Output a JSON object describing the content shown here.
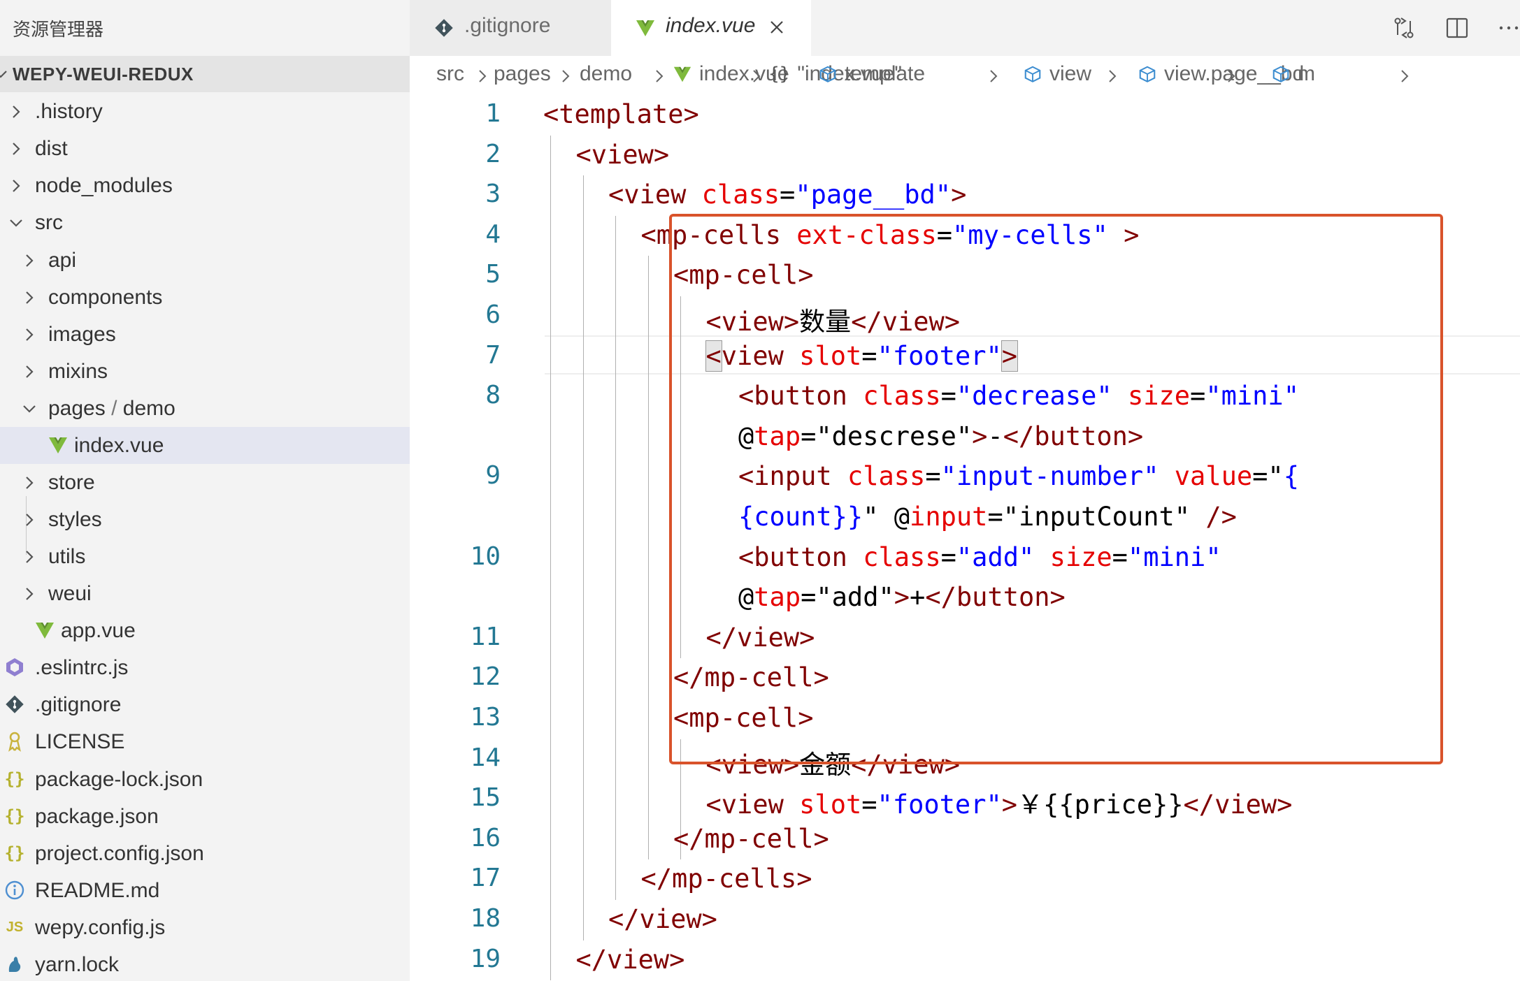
{
  "sidebar": {
    "title": "资源管理器",
    "project": "WEPY-WEUI-REDUX",
    "items": [
      {
        "label": ".history",
        "kind": "folder",
        "expanded": false
      },
      {
        "label": "dist",
        "kind": "folder",
        "expanded": false
      },
      {
        "label": "node_modules",
        "kind": "folder",
        "expanded": false
      },
      {
        "label": "src",
        "kind": "folder",
        "expanded": true
      },
      {
        "label": "api",
        "kind": "folder",
        "expanded": false
      },
      {
        "label": "components",
        "kind": "folder",
        "expanded": false
      },
      {
        "label": "images",
        "kind": "folder",
        "expanded": false
      },
      {
        "label": "mixins",
        "kind": "folder",
        "expanded": false
      },
      {
        "label": "pages",
        "label_suffix": "demo",
        "sep": " / ",
        "kind": "folder",
        "expanded": true
      },
      {
        "label": "index.vue",
        "kind": "vue-file",
        "selected": true
      },
      {
        "label": "store",
        "kind": "folder",
        "expanded": false
      },
      {
        "label": "styles",
        "kind": "folder",
        "expanded": false
      },
      {
        "label": "utils",
        "kind": "folder",
        "expanded": false
      },
      {
        "label": "weui",
        "kind": "folder",
        "expanded": false
      },
      {
        "label": "app.vue",
        "kind": "vue-file"
      },
      {
        "label": ".eslintrc.js",
        "kind": "eslint-file"
      },
      {
        "label": ".gitignore",
        "kind": "git-file"
      },
      {
        "label": "LICENSE",
        "kind": "license-file"
      },
      {
        "label": "package-lock.json",
        "kind": "json-file"
      },
      {
        "label": "package.json",
        "kind": "json-file"
      },
      {
        "label": "project.config.json",
        "kind": "json-file"
      },
      {
        "label": "README.md",
        "kind": "info-file"
      },
      {
        "label": "wepy.config.js",
        "kind": "js-file"
      },
      {
        "label": "yarn.lock",
        "kind": "yarn-file"
      }
    ]
  },
  "tabs": [
    {
      "label": ".gitignore",
      "active": false
    },
    {
      "label": "index.vue",
      "active": true
    }
  ],
  "breadcrumb": {
    "items": [
      "src",
      "pages",
      "demo",
      "index.vue",
      "\"index.vue\"",
      "template",
      "view",
      "view.page__bd",
      "m"
    ]
  },
  "editor": {
    "line_numbers": [
      "1",
      "2",
      "3",
      "4",
      "5",
      "6",
      "7",
      "8",
      "9",
      "10",
      "11",
      "12",
      "13",
      "14",
      "15",
      "16",
      "17",
      "18",
      "19"
    ],
    "lines": [
      [
        [
          "t",
          "<template>"
        ]
      ],
      [
        [
          "t",
          "<view>"
        ]
      ],
      [
        [
          "t",
          "<view "
        ],
        [
          "a",
          "class"
        ],
        [
          "p",
          "="
        ],
        [
          "v",
          "\"page__bd\""
        ],
        [
          "t",
          ">"
        ]
      ],
      [
        [
          "t",
          "<mp-cells "
        ],
        [
          "a",
          "ext-class"
        ],
        [
          "p",
          "="
        ],
        [
          "v",
          "\"my-cells\""
        ],
        [
          "t",
          " >"
        ]
      ],
      [
        [
          "t",
          "<mp-cell>"
        ]
      ],
      [
        [
          "t",
          "<view>"
        ],
        [
          "p",
          "数量"
        ],
        [
          "t",
          "</view>"
        ]
      ],
      [
        [
          "t",
          "<view "
        ],
        [
          "a",
          "slot"
        ],
        [
          "p",
          "="
        ],
        [
          "v",
          "\"footer\""
        ],
        [
          "t",
          ">"
        ]
      ],
      [
        [
          "t",
          "<button "
        ],
        [
          "a",
          "class"
        ],
        [
          "p",
          "="
        ],
        [
          "v",
          "\"decrease\""
        ],
        [
          "p",
          " "
        ],
        [
          "a",
          "size"
        ],
        [
          "p",
          "="
        ],
        [
          "v",
          "\"mini\""
        ]
      ],
      [
        [
          "p",
          "@"
        ],
        [
          "a",
          "tap"
        ],
        [
          "p",
          "=\"descrese\""
        ],
        [
          "t",
          ">"
        ],
        [
          "p",
          "-"
        ],
        [
          "t",
          "</button>"
        ]
      ],
      [
        [
          "t",
          "<input "
        ],
        [
          "a",
          "class"
        ],
        [
          "p",
          "="
        ],
        [
          "v",
          "\"input-number\""
        ],
        [
          "p",
          " "
        ],
        [
          "a",
          "value"
        ],
        [
          "p",
          "=\""
        ],
        [
          "v",
          "{"
        ]
      ],
      [
        [
          "v",
          "{count}}"
        ],
        [
          "p",
          "\" @"
        ],
        [
          "a",
          "input"
        ],
        [
          "p",
          "=\"inputCount\" "
        ],
        [
          "t",
          "/>"
        ]
      ],
      [
        [
          "t",
          "<button "
        ],
        [
          "a",
          "class"
        ],
        [
          "p",
          "="
        ],
        [
          "v",
          "\"add\""
        ],
        [
          "p",
          " "
        ],
        [
          "a",
          "size"
        ],
        [
          "p",
          "="
        ],
        [
          "v",
          "\"mini\""
        ]
      ],
      [
        [
          "p",
          "@"
        ],
        [
          "a",
          "tap"
        ],
        [
          "p",
          "=\"add\""
        ],
        [
          "t",
          ">"
        ],
        [
          "p",
          "+"
        ],
        [
          "t",
          "</button>"
        ]
      ],
      [
        [
          "t",
          "</view>"
        ]
      ],
      [
        [
          "t",
          "</mp-cell>"
        ]
      ],
      [
        [
          "t",
          "<mp-cell>"
        ]
      ],
      [
        [
          "t",
          "<view>"
        ],
        [
          "p",
          "金额"
        ],
        [
          "t",
          "</view>"
        ]
      ],
      [
        [
          "t",
          "<view "
        ],
        [
          "a",
          "slot"
        ],
        [
          "p",
          "="
        ],
        [
          "v",
          "\"footer\""
        ],
        [
          "t",
          ">"
        ],
        [
          "p",
          "￥{{price}}"
        ],
        [
          "t",
          "</view>"
        ]
      ],
      [
        [
          "t",
          "</mp-cell>"
        ]
      ],
      [
        [
          "t",
          "</mp-cells>"
        ]
      ],
      [
        [
          "t",
          "</view>"
        ]
      ],
      [
        [
          "t",
          "</view>"
        ]
      ]
    ]
  }
}
